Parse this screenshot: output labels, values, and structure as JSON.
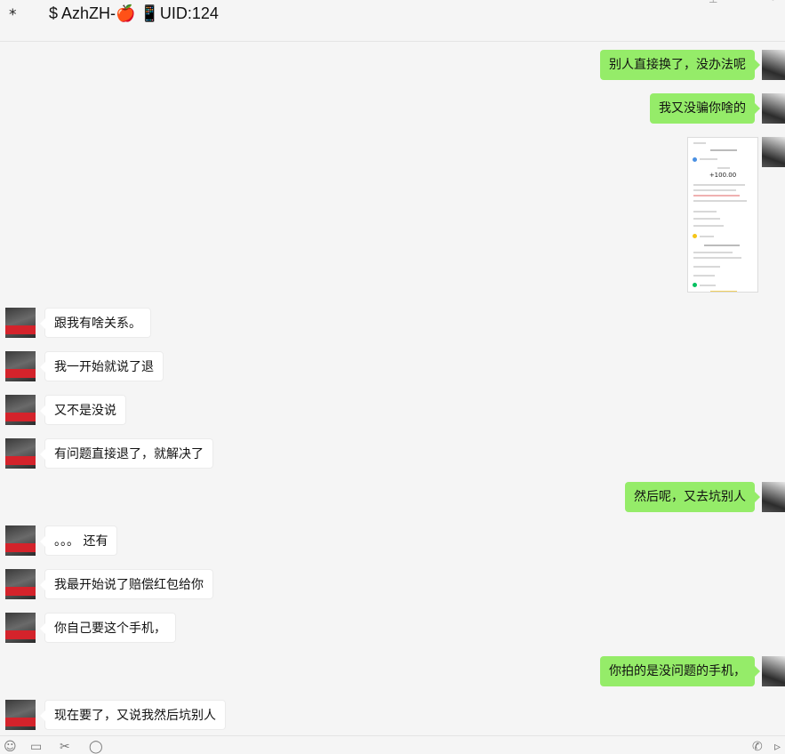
{
  "header": {
    "star": "*",
    "title": "$ AzhZH-🍎 📱UID:124"
  },
  "messages": [
    {
      "side": "right",
      "text": "别人直接换了，没办法呢"
    },
    {
      "side": "right",
      "text": "我又没骗你啥的"
    },
    {
      "side": "right",
      "type": "image",
      "image_text": "+100.00"
    },
    {
      "side": "left",
      "text": "跟我有啥关系。"
    },
    {
      "side": "left",
      "text": "我一开始就说了退"
    },
    {
      "side": "left",
      "text": "又不是没说"
    },
    {
      "side": "left",
      "text": "有问题直接退了，就解决了"
    },
    {
      "side": "right",
      "text": "然后呢，又去坑别人"
    },
    {
      "side": "left",
      "text": "。。。 还有"
    },
    {
      "side": "left",
      "text": "我最开始说了赔偿红包给你"
    },
    {
      "side": "left",
      "text": "你自己要这个手机，"
    },
    {
      "side": "right",
      "text": "你拍的是没问题的手机，"
    },
    {
      "side": "left",
      "text": "现在要了，又说我然后坑别人"
    }
  ],
  "icons": {
    "header": [
      "pin-icon",
      "more-icon"
    ],
    "footer": [
      "emoji-icon",
      "folder-icon",
      "scissors-icon",
      "chat-history-icon",
      "voice-call-icon",
      "video-call-icon"
    ]
  },
  "colors": {
    "outgoing_bubble": "#95ec69",
    "incoming_bubble": "#ffffff",
    "background": "#f5f5f5"
  }
}
